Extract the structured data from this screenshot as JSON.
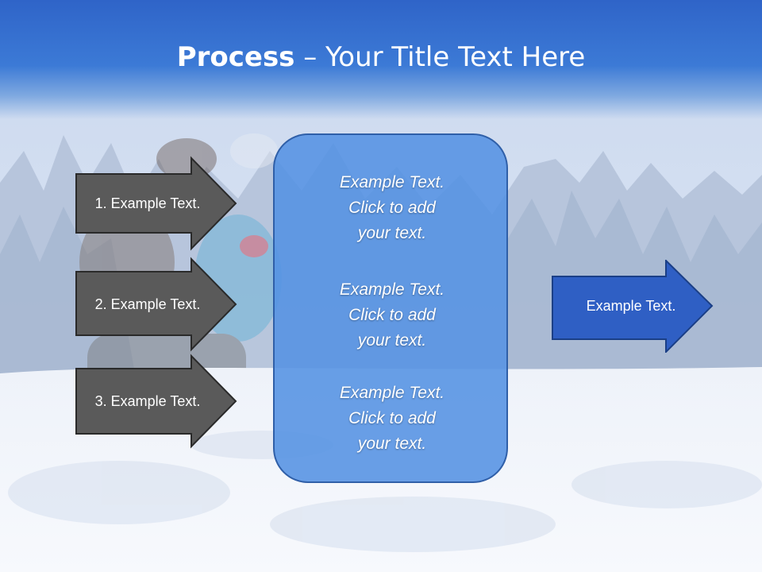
{
  "slide": {
    "title_bold": "Process",
    "title_rest": " – Your Title Text Here"
  },
  "left_arrows": [
    {
      "label": "1. Example Text."
    },
    {
      "label": "2. Example Text."
    },
    {
      "label": "3. Example Text."
    }
  ],
  "center_box": {
    "paragraphs": [
      "Example Text.\nClick  to add\nyour text.",
      "Example Text.\nClick  to add\nyour text.",
      "Example Text.\nClick  to add\nyour text."
    ]
  },
  "right_arrow": {
    "label": "Example Text."
  },
  "colors": {
    "title_band": "#3c7ad6",
    "left_arrow_fill": "#5a5a5a",
    "center_box_fill": "#5492e2",
    "right_arrow_fill": "#2f5fc4",
    "text": "#ffffff"
  }
}
